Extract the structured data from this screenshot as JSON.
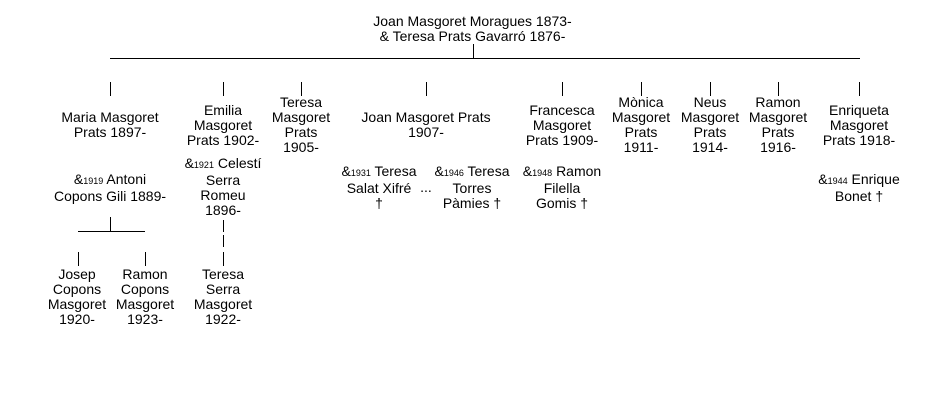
{
  "root": {
    "line1": "Joan Masgoret Moragues 1873-",
    "line2": "& Teresa Prats Gavarró 1876-"
  },
  "children": [
    {
      "lines": [
        "Maria Masgoret",
        "Prats 1897-"
      ]
    },
    {
      "lines": [
        "Emilia",
        "Masgoret",
        "Prats 1902-"
      ]
    },
    {
      "lines": [
        "Teresa",
        "Masgoret",
        "Prats",
        "1905-"
      ]
    },
    {
      "lines": [
        "Joan Masgoret Prats",
        "1907-"
      ]
    },
    {
      "lines": [
        "Francesca",
        "Masgoret",
        "Prats 1909-"
      ]
    },
    {
      "lines": [
        "Mònica",
        "Masgoret",
        "Prats",
        "1911-"
      ]
    },
    {
      "lines": [
        "Neus",
        "Masgoret",
        "Prats",
        "1914-"
      ]
    },
    {
      "lines": [
        "Ramon",
        "Masgoret",
        "Prats",
        "1916-"
      ]
    },
    {
      "lines": [
        "Enriqueta",
        "Masgoret",
        "Prats 1918-"
      ]
    }
  ],
  "spouses": {
    "maria": {
      "prefix": "&",
      "year": "1919",
      "name": "Antoni",
      "rest": [
        "Copons Gili 1889-"
      ]
    },
    "emilia": {
      "prefix": "&",
      "year": "1921",
      "name": "Celestí",
      "rest": [
        "Serra",
        "Romeu",
        "1896-"
      ]
    },
    "joan_1": {
      "prefix": "&",
      "year": "1931",
      "name": "Teresa",
      "rest": [
        "Salat Xifré",
        "†"
      ],
      "ellipsis": "..."
    },
    "joan_2": {
      "prefix": "&",
      "year": "1946",
      "name": "Teresa",
      "rest": [
        "Torres",
        "Pàmies †"
      ]
    },
    "francesca": {
      "prefix": "&",
      "year": "1948",
      "name": "Ramon",
      "rest": [
        "Filella",
        "Gomis †"
      ]
    },
    "enriqueta": {
      "prefix": "&",
      "year": "1944",
      "name": "Enrique",
      "rest": [
        "Bonet †"
      ]
    }
  },
  "grandchildren": {
    "josep": {
      "lines": [
        "Josep",
        "Copons",
        "Masgoret",
        "1920-"
      ]
    },
    "ramon": {
      "lines": [
        "Ramon",
        "Copons",
        "Masgoret",
        "1923-"
      ]
    },
    "teresa": {
      "lines": [
        "Teresa",
        "Serra",
        "Masgoret",
        "1922-"
      ]
    }
  }
}
